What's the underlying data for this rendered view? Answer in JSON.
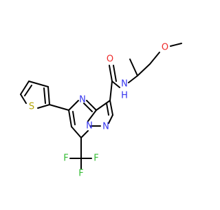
{
  "molecule": {
    "atom_labels": {
      "O_methoxy": "O",
      "O_carbonyl": "O",
      "N_amide": "N",
      "H_amide": "H",
      "N_ring4": "N",
      "N_ring7a": "N",
      "N_ring1": "N",
      "S_thiophene": "S",
      "F_top": "F",
      "F_left": "F",
      "F_bottom": "F"
    },
    "colors": {
      "bond": "#000000",
      "nitrogen": "#3333ee",
      "oxygen": "#ee2a2a",
      "sulfur": "#b3a300",
      "fluorine": "#33bb33"
    }
  }
}
